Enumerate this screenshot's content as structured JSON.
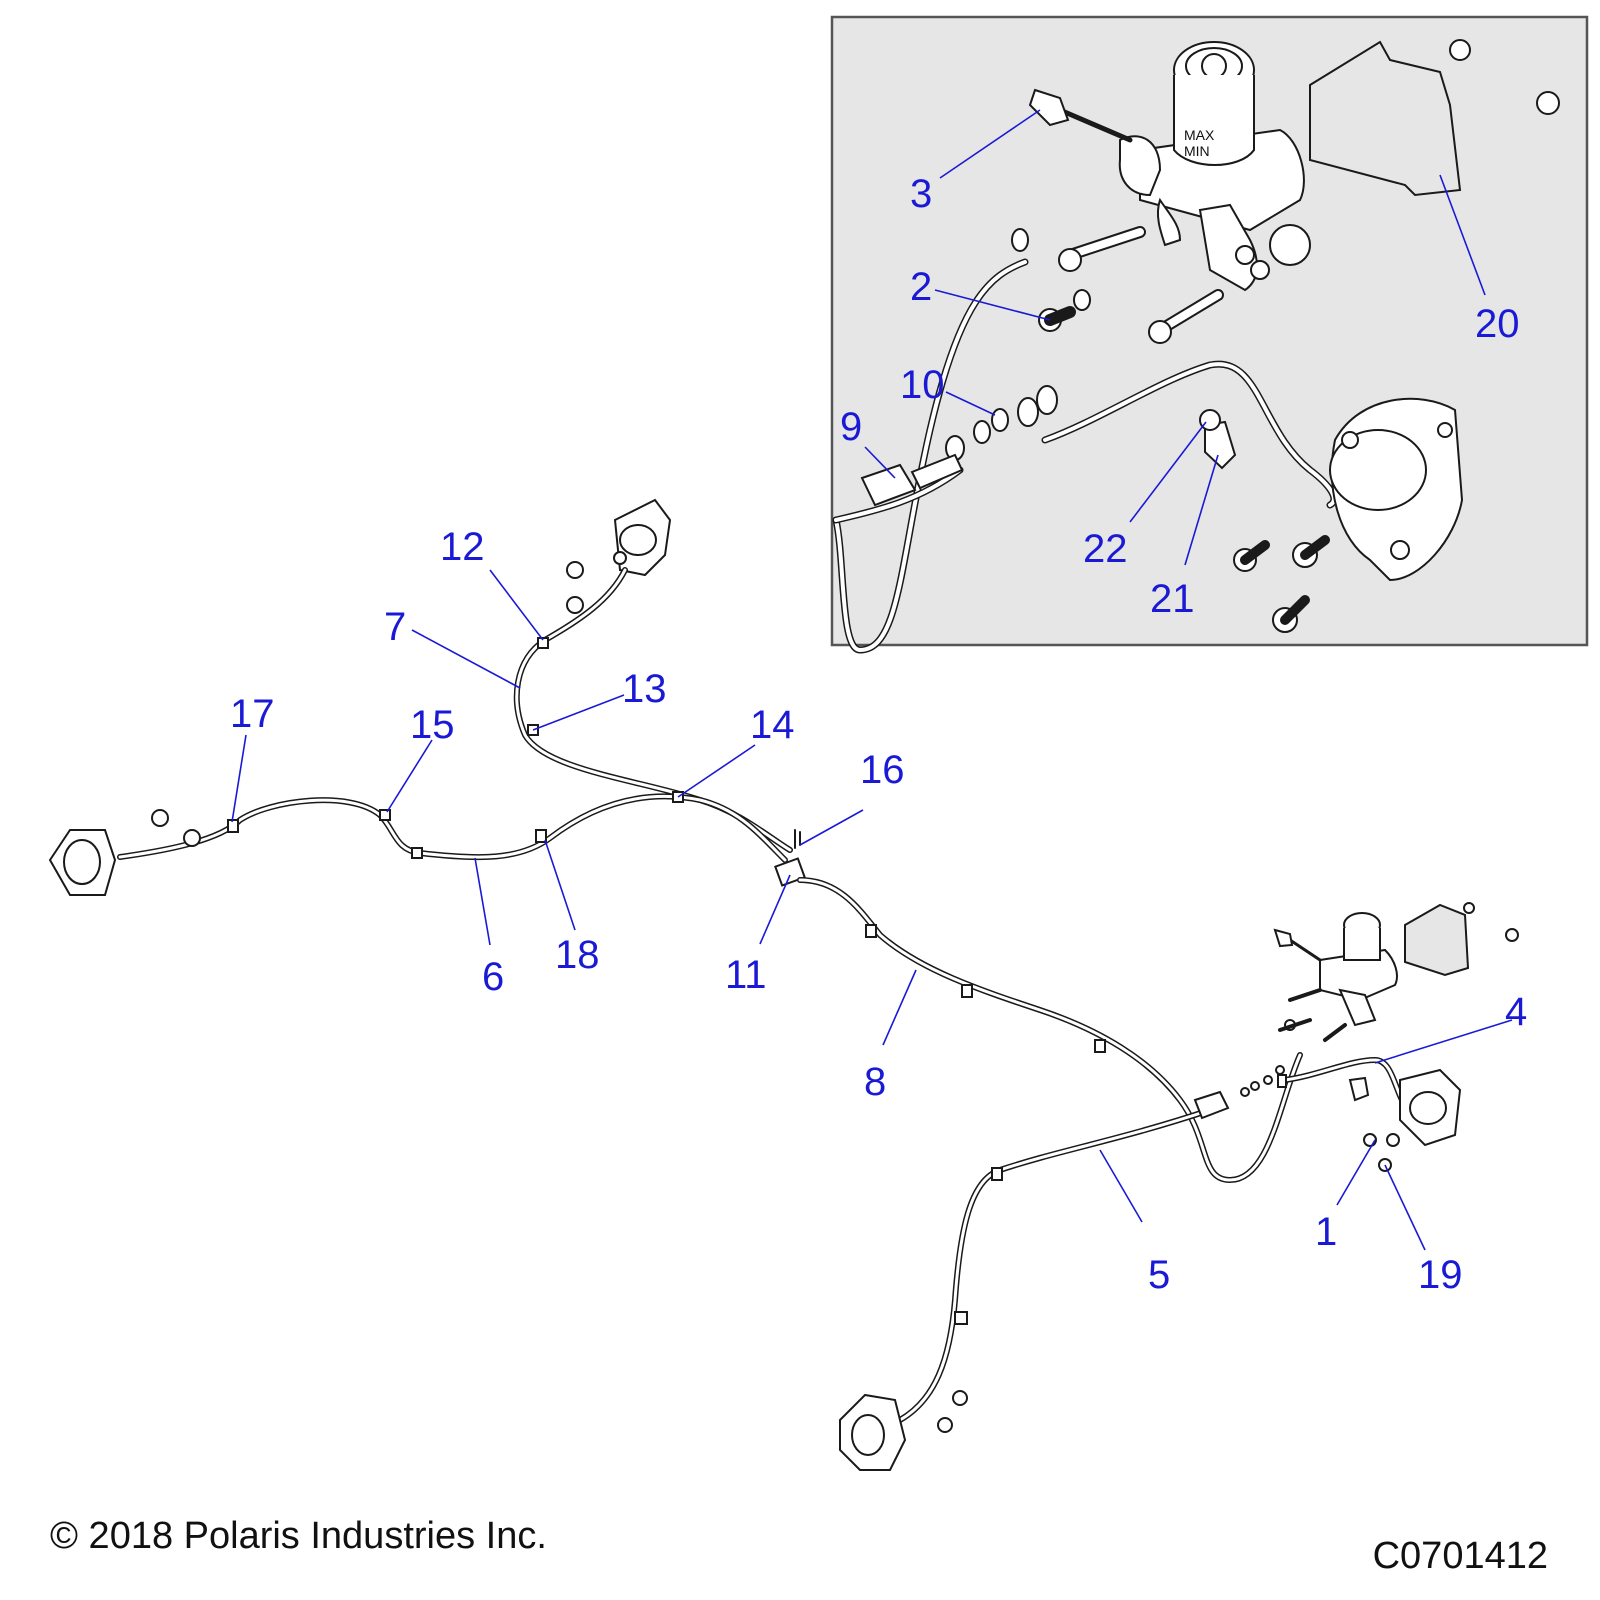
{
  "footer": {
    "copyright": "© 2018 Polaris Industries Inc.",
    "figure_code": "C0701412"
  },
  "reservoir_label": "MAX\nMIN",
  "callouts": [
    {
      "id": "1",
      "label": "1"
    },
    {
      "id": "2",
      "label": "2"
    },
    {
      "id": "3",
      "label": "3"
    },
    {
      "id": "4",
      "label": "4"
    },
    {
      "id": "5",
      "label": "5"
    },
    {
      "id": "6",
      "label": "6"
    },
    {
      "id": "7",
      "label": "7"
    },
    {
      "id": "8",
      "label": "8"
    },
    {
      "id": "9",
      "label": "9"
    },
    {
      "id": "10",
      "label": "10"
    },
    {
      "id": "11",
      "label": "11"
    },
    {
      "id": "12",
      "label": "12"
    },
    {
      "id": "13",
      "label": "13"
    },
    {
      "id": "14",
      "label": "14"
    },
    {
      "id": "15",
      "label": "15"
    },
    {
      "id": "16",
      "label": "16"
    },
    {
      "id": "17",
      "label": "17"
    },
    {
      "id": "18",
      "label": "18"
    },
    {
      "id": "19",
      "label": "19"
    },
    {
      "id": "20",
      "label": "20"
    },
    {
      "id": "21",
      "label": "21"
    },
    {
      "id": "22",
      "label": "22"
    }
  ]
}
